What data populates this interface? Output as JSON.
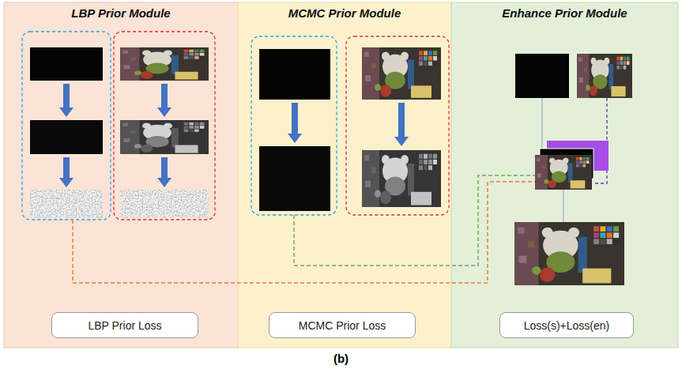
{
  "diagram": {
    "caption": "(b)",
    "nodes": [
      {
        "text": [
          "LBP Prior Module"
        ]
      },
      {
        "text": [
          "LBP Prior Loss"
        ],
        "in": 0
      },
      {
        "text": [
          "MCMC Prior Module"
        ]
      },
      {
        "text": [
          "MCMC Prior Loss"
        ],
        "in": 2
      },
      {
        "text": [
          "Enhance Prior Module"
        ]
      },
      {
        "text": [
          "Loss(s)+Loss(en)"
        ],
        "in": 4
      }
    ]
  }
}
